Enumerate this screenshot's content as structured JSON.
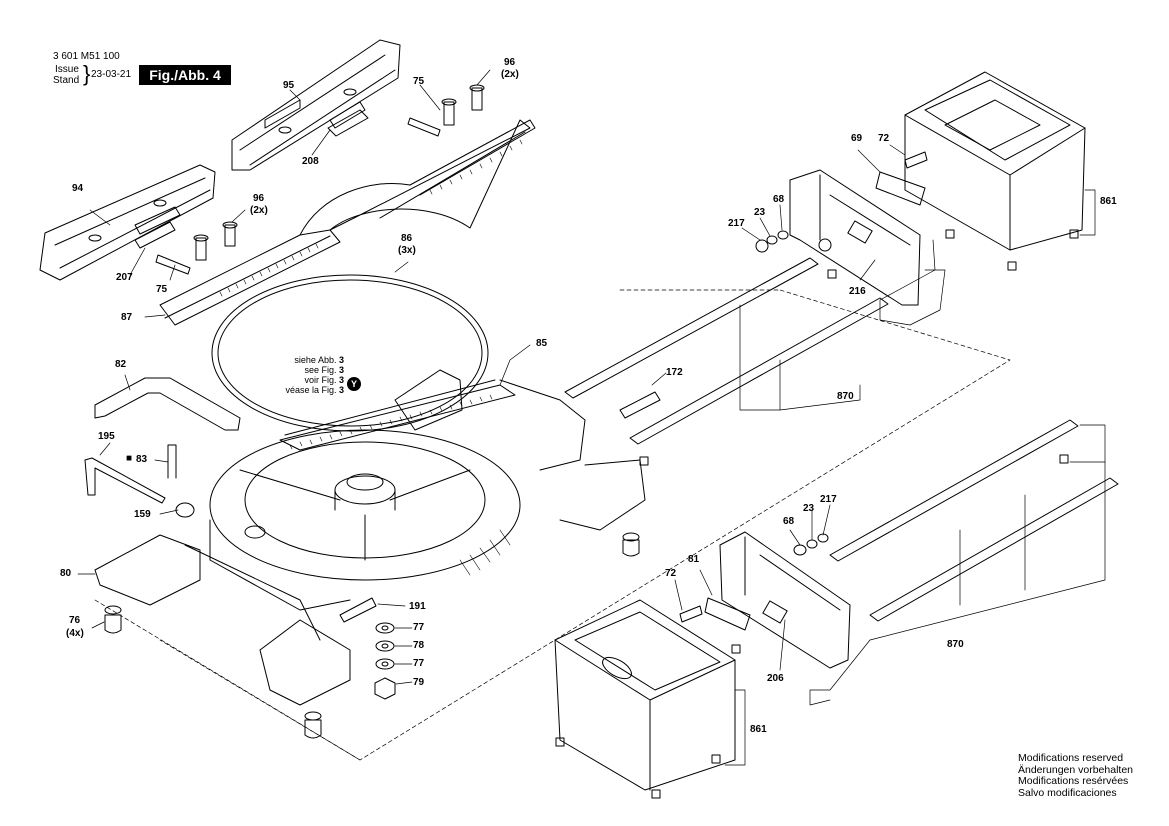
{
  "header": {
    "part_number": "3 601 M51 100",
    "issue_label": "Issue",
    "stand_label": "Stand",
    "date": "23-03-21",
    "figure": "Fig./Abb. 4"
  },
  "see_reference": {
    "lines": [
      "siehe Abb.",
      "see Fig.",
      "voir Fig.",
      "véase la Fig."
    ],
    "number": "3",
    "view_marker": "Y"
  },
  "labels": {
    "p95": "95",
    "p96a": "96",
    "p96a_qty": "(2x)",
    "p75a": "75",
    "p208": "208",
    "p94": "94",
    "p96b": "96",
    "p96b_qty": "(2x)",
    "p207": "207",
    "p75b": "75",
    "p87": "87",
    "p86": "86",
    "p86_qty": "(3x)",
    "p85": "85",
    "p82": "82",
    "p195": "195",
    "p83": "83",
    "p83_marker": "■",
    "p159": "159",
    "p80": "80",
    "p76": "76",
    "p76_qty": "(4x)",
    "p191": "191",
    "p77a": "77",
    "p78": "78",
    "p77b": "77",
    "p79": "79",
    "p69": "69",
    "p72a": "72",
    "p68a": "68",
    "p23a": "23",
    "p217a": "217",
    "p216": "216",
    "p861a": "861",
    "p870a": "870",
    "p172": "172",
    "p68b": "68",
    "p23b": "23",
    "p217b": "217",
    "p81": "81",
    "p72b": "72",
    "p206": "206",
    "p870b": "870",
    "p861b": "861"
  },
  "footer_notes": [
    "Modifications reserved",
    "Änderungen vorbehalten",
    "Modifications resérvées",
    "Salvo modificaciones"
  ]
}
